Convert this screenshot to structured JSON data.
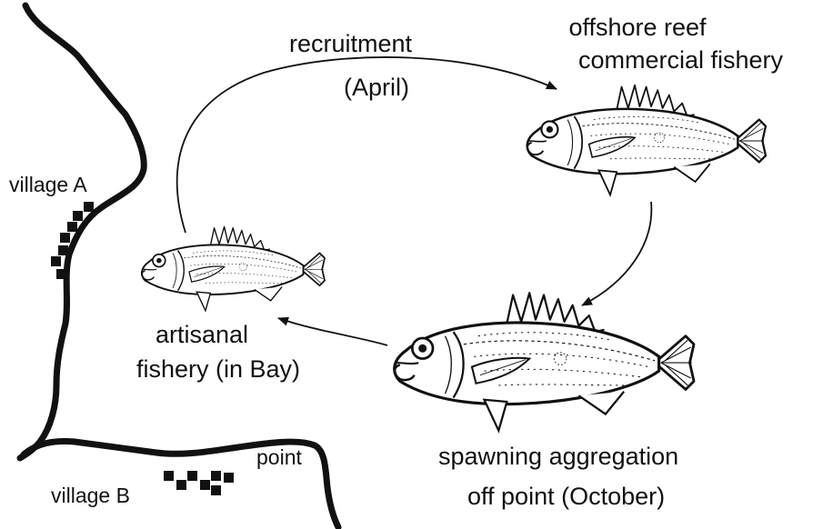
{
  "labels": {
    "recruitment": "recruitment",
    "recruitment_when": "(April)",
    "offshore_line1": "offshore reef",
    "offshore_line2": "commercial fishery",
    "artisanal_line1": "artisanal",
    "artisanal_line2": "fishery (in Bay)",
    "spawning_line1": "spawning aggregation",
    "spawning_line2": "off point (October)",
    "village_a": "village A",
    "village_b": "village B",
    "point": "point"
  },
  "colors": {
    "ink": "#111111",
    "fish_fill": "#ffffff",
    "background": "#ffffff"
  }
}
